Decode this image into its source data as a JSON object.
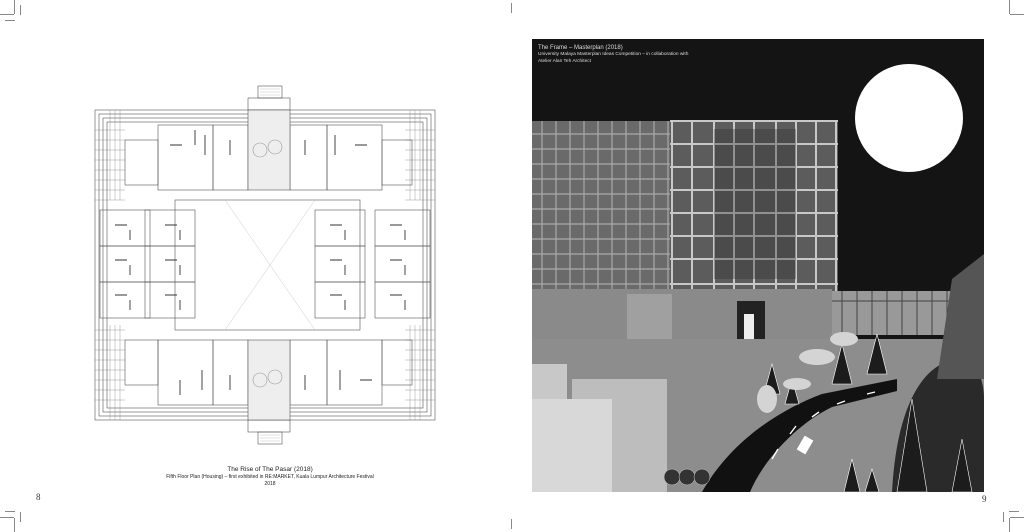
{
  "left_page": {
    "page_number": "8",
    "figure": {
      "title": "The Rise of The Pasar (2018)",
      "subtitle": "Fifth Floor Plan (Housing) – first exhibited in RE:MARKET, Kuala Lumpur Architecture Festival 2018"
    }
  },
  "right_page": {
    "page_number": "9",
    "figure": {
      "title": "The Frame – Masterplan (2018)",
      "subtitle_line1": "University Malaya Masterplan Ideas Competition – in collaboration with",
      "subtitle_line2": "Atelier Alan Teh Architect"
    }
  },
  "colors": {
    "render_bg": "#141414",
    "moon": "#ffffff",
    "plan_line": "#555555"
  }
}
